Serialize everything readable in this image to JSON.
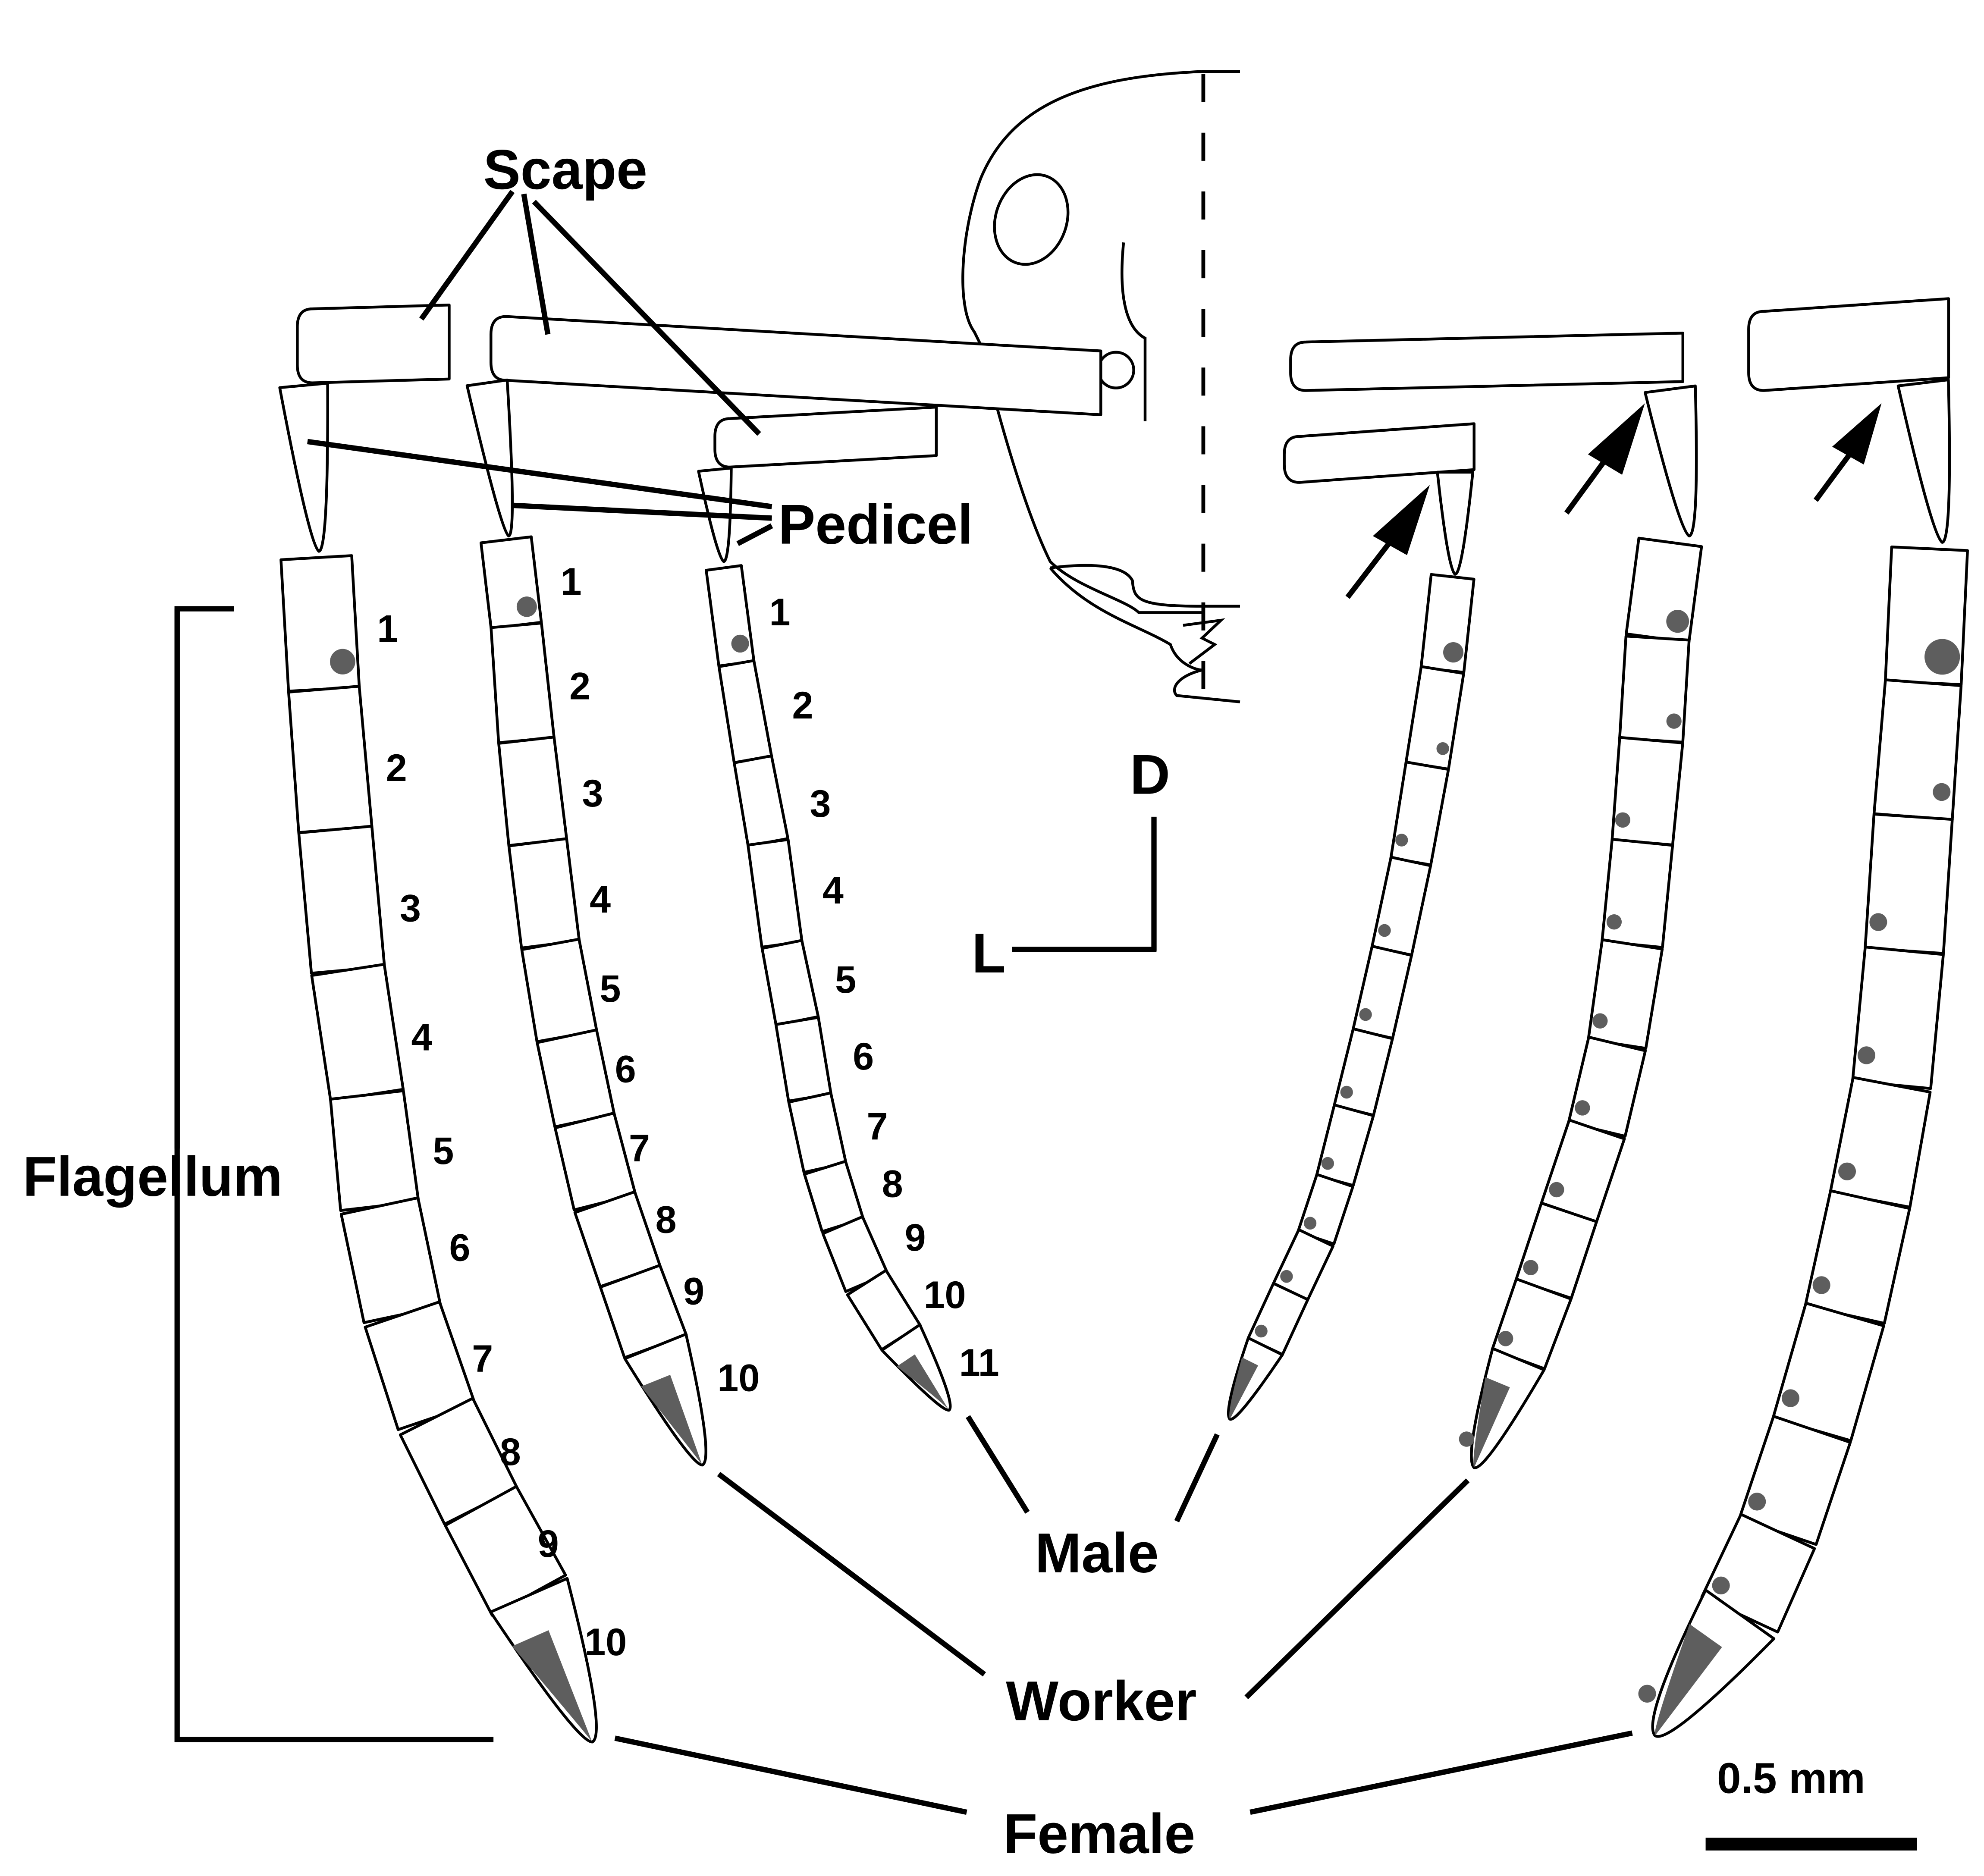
{
  "labels": {
    "scape": "Scape",
    "pedicel": "Pedicel",
    "flagellum": "Flagellum",
    "male": "Male",
    "worker": "Worker",
    "female": "Female",
    "dorsal": "D",
    "lateral": "L",
    "scale_bar": "0.5 mm"
  },
  "female_segments": [
    "1",
    "2",
    "3",
    "4",
    "5",
    "6",
    "7",
    "8",
    "9",
    "10"
  ],
  "worker_segments": [
    "1",
    "2",
    "3",
    "4",
    "5",
    "6",
    "7",
    "8",
    "9",
    "10"
  ],
  "male_segments": [
    "1",
    "2",
    "3",
    "4",
    "5",
    "6",
    "7",
    "8",
    "9",
    "10",
    "11"
  ],
  "colors": {
    "outline": "#000000",
    "sensilla": "#5e5e5e",
    "background": "#ffffff"
  }
}
